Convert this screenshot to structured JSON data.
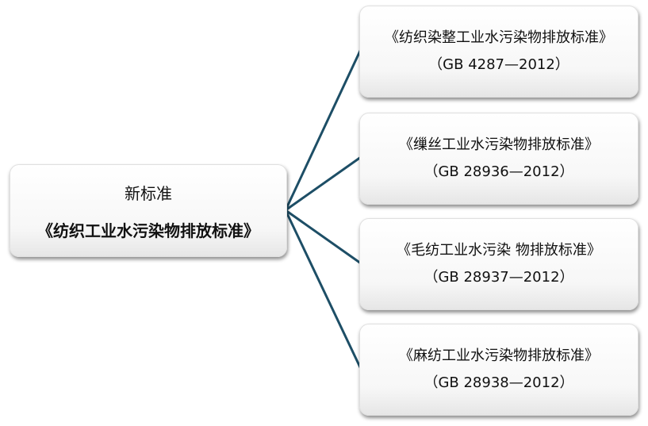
{
  "root": {
    "line1": "新标准",
    "line2": "《纺织工业水污染物排放标准》"
  },
  "children": [
    {
      "title": "《纺织染整工业水污染物排放标准》",
      "code": "（GB 4287—2012）"
    },
    {
      "title": "《缫丝工业水污染物排放标准》",
      "code": "（GB 28936—2012）"
    },
    {
      "title": "《毛纺工业水污染 物排放标准》",
      "code": "（GB 28937—2012）"
    },
    {
      "title": "《麻纺工业水污染物排放标准》",
      "code": "（GB 28938—2012）"
    }
  ],
  "connector_color": "#1d4e66"
}
